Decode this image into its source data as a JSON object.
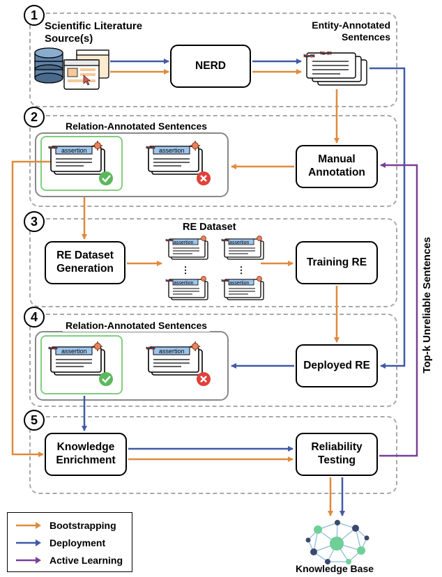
{
  "stage_numbers": [
    "1",
    "2",
    "3",
    "4",
    "5"
  ],
  "stage1": {
    "source_label": "Scientific Literature\nSource(s)",
    "nerd_label": "NERD",
    "entity_label": "Entity-Annotated\nSentences"
  },
  "stage2": {
    "group_title": "Relation-Annotated Sentences",
    "manual_annotation": "Manual\nAnnotation",
    "assertion_text": "assertion"
  },
  "stage3": {
    "dataset_title": "RE Dataset",
    "re_dataset_generation": "RE Dataset\nGeneration",
    "training_re": "Training RE",
    "assertion_text": "assertion"
  },
  "stage4": {
    "group_title": "Relation-Annotated Sentences",
    "deployed_re": "Deployed RE",
    "assertion_text": "assertion"
  },
  "stage5": {
    "knowledge_enrichment": "Knowledge\nEnrichment",
    "reliability_testing": "Reliability\nTesting",
    "knowledge_base": "Knowledge Base"
  },
  "side_label": "Top-k  Unreliable Sentences",
  "legend": {
    "items": [
      {
        "label": "Bootstrapping",
        "color": "#e08a3c"
      },
      {
        "label": "Deployment",
        "color": "#3f5aa6"
      },
      {
        "label": "Active Learning",
        "color": "#7a3f96"
      }
    ]
  },
  "colors": {
    "bootstrapping": "#e08a3c",
    "deployment": "#3f5aa6",
    "active_learning": "#7a3f96",
    "valid_green": "#5cb85c",
    "invalid_red": "#e0413a"
  }
}
